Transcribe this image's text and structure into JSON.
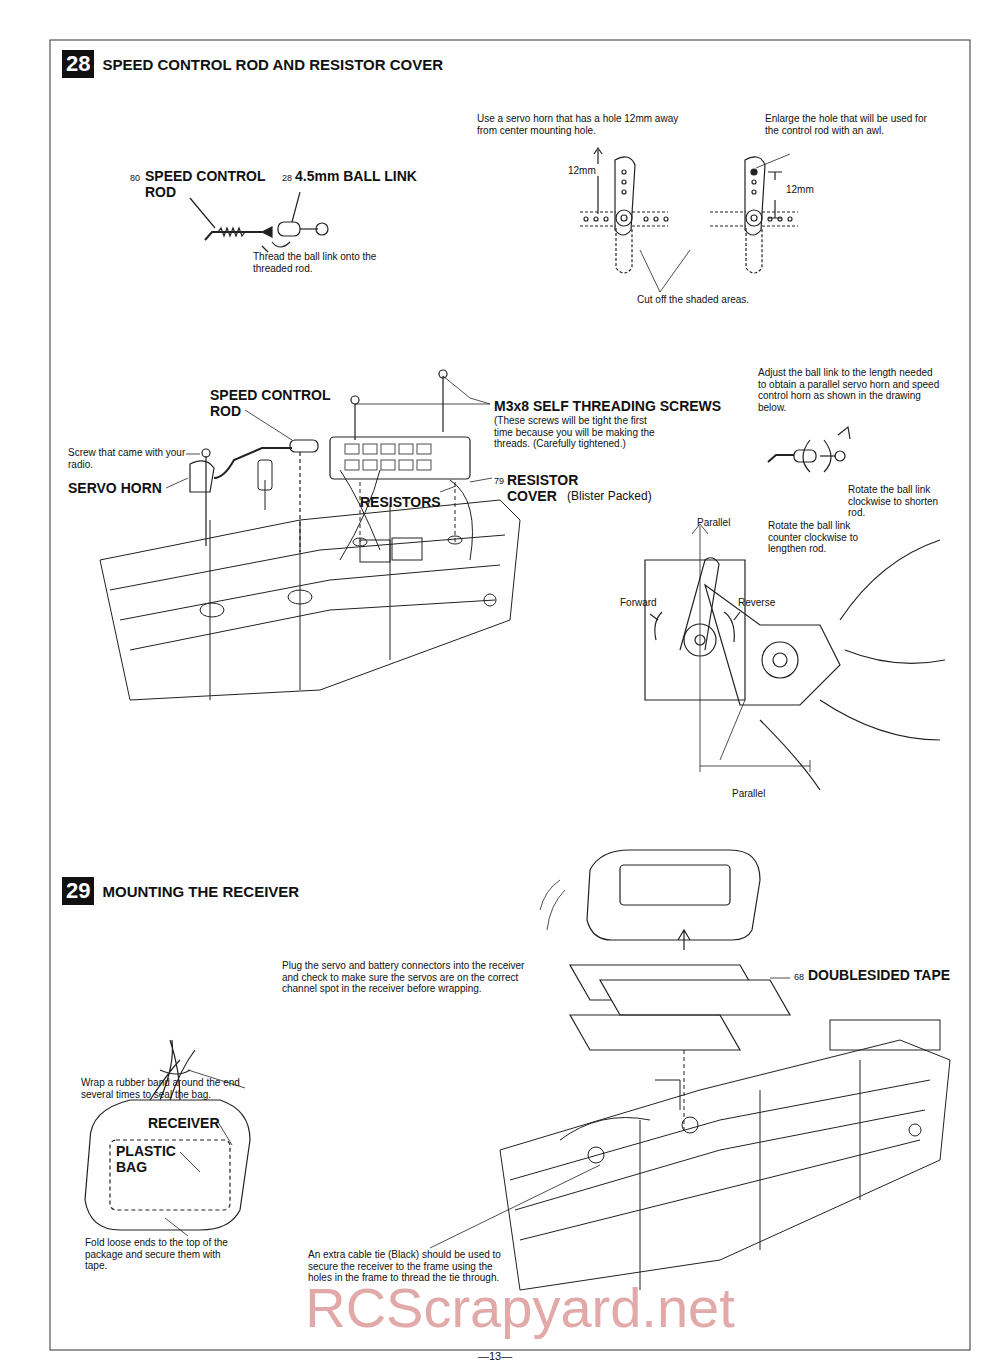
{
  "diagram": {
    "nodes": [
      {
        "text": [
          "28",
          "SPEED CONTROL ROD AND RESISTOR COVER"
        ]
      },
      {
        "text": [
          "29",
          "MOUNTING THE RECEIVER"
        ]
      }
    ],
    "labels": [
      "80",
      "SPEED CONTROL ROD",
      "28",
      "4.5mm BALL LINK",
      "Thread the ball link onto the threaded rod.",
      "Use a servo horn that has a hole 12mm away from center mounting hole.",
      "Enlarge the hole that will be used for the control rod with an awl.",
      "12mm",
      "12mm",
      "Cut off the shaded areas.",
      "SPEED CONTROL ROD",
      "M3x8 SELF THREADING SCREWS",
      "(These screws will be tight the first time because you will be making the threads. (Carefully tightened.)",
      "79",
      "RESISTOR COVER",
      "(Blister Packed)",
      "Screw that came with your radio.",
      "SERVO HORN",
      "RESISTORS",
      "Adjust the ball link to the length needed to obtain a parallel servo horn and speed control horn as shown in the drawing below.",
      "Rotate the ball link clockwise to shorten rod.",
      "Rotate the ball link counter clockwise to lengthen rod.",
      "Parallel",
      "Forward",
      "Reverse",
      "Parallel",
      "Plug the servo and battery connectors into the receiver and check to make sure the servos are on the correct channel spot in the receiver before wrapping.",
      "68",
      "DOUBLESIDED TAPE",
      "Wrap a rubber band around the end several times to seal the bag.",
      "RECEIVER",
      "PLASTIC BAG",
      "Fold loose ends to the top of the package and secure them with tape.",
      "An extra cable tie (Black) should be used to secure the receiver to the frame using the holes in the frame to thread the tie through.",
      "RCScrapyard.net",
      "—13—"
    ]
  }
}
